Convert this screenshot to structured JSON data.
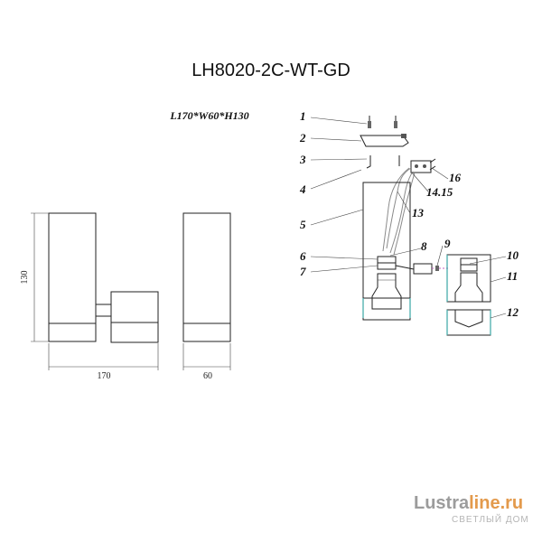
{
  "title": "LH8020-2C-WT-GD",
  "dimensions_text": "L170*W60*H130",
  "dim_labels": {
    "height": "130",
    "length": "170",
    "width": "60"
  },
  "part_labels": [
    "1",
    "2",
    "3",
    "4",
    "5",
    "6",
    "7",
    "8",
    "9",
    "10",
    "11",
    "12",
    "13",
    "14.15",
    "16"
  ],
  "watermark": {
    "brand_gray": "Lustra",
    "brand_orange": "line.ru",
    "subtitle": "СВЕТЛЫЙ ДОМ"
  },
  "colors": {
    "accent_teal": "#3aa7a5",
    "brand_orange": "#e39a4c",
    "brand_gray": "#9c9c9c"
  }
}
